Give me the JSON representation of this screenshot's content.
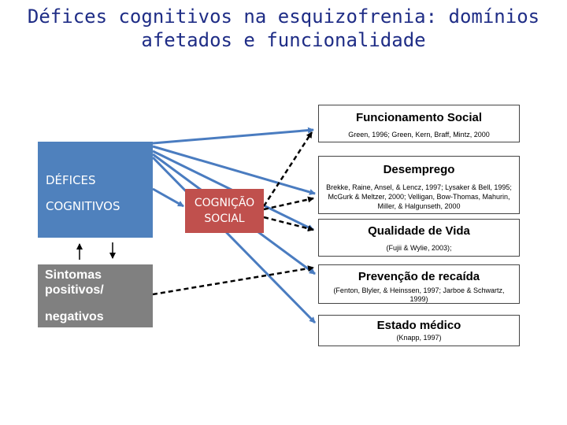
{
  "title": {
    "line1": "Défices cognitivos na esquizofrenia: domínios",
    "line2": "afetados e funcionalidade"
  },
  "deficits": {
    "line1": "DÉFICES",
    "line2": "COGNITIVOS"
  },
  "cognition": {
    "line1": "COGNIÇÃO",
    "line2": "SOCIAL"
  },
  "symptoms": {
    "line1": "Sintomas",
    "line2": "positivos/",
    "line3": "negativos"
  },
  "outcomes": [
    {
      "label": "Funcionamento Social",
      "ref": "Green, 1996; Green, Kern, Braff, Mintz, 2000"
    },
    {
      "label": "Desemprego",
      "ref": "Brekke, Raine, Ansel, & Lencz, 1997; Lysaker & Bell, 1995; McGurk & Meltzer, 2000; Velligan, Bow-Thomas, Mahurin, Miller, & Halgunseth, 2000"
    },
    {
      "label": "Qualidade de Vida",
      "ref": "(Fujii & Wylie, 2003);"
    },
    {
      "label": "Prevenção de recaída",
      "ref": "(Fenton, Blyler, & Heinssen, 1997; Jarboe & Schwartz, 1999)"
    },
    {
      "label": "Estado médico",
      "ref": "(Knapp, 1997)"
    }
  ],
  "colors": {
    "title": "#1f2d86",
    "deficits": "#4f81bd",
    "cognition": "#c0504d",
    "symptoms": "#808080",
    "arrow": "#4a7cc0"
  }
}
